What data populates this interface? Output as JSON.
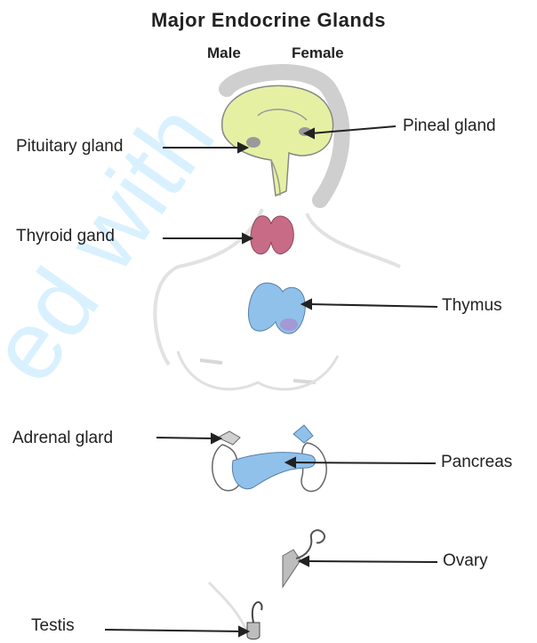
{
  "title": "Major Endocrine Glands",
  "subtitle_male": "Male",
  "subtitle_female": "Female",
  "labels": {
    "pineal": "Pineal gland",
    "pituitary": "Pituitary gland",
    "thyroid": "Thyroid gand",
    "thymus": "Thymus",
    "adrenal": "Adrenal glard",
    "pancreas": "Pancreas",
    "ovary": "Ovary",
    "testis": "Testis"
  },
  "watermark": "ed with",
  "colors": {
    "brain": "#e6f0a3",
    "thyroid": "#c76b86",
    "thymus": "#8fc1ea",
    "pancreas": "#8fc1ea",
    "body_outline": "#d8d8d8",
    "leader_line": "#222222"
  }
}
